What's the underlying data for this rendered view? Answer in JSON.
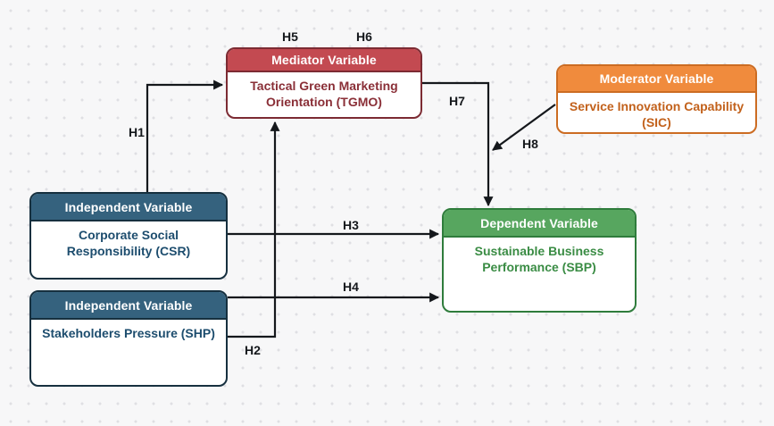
{
  "canvas": {
    "background_color": "#f7f7f8",
    "dot_color": "#dfdfe3",
    "arrow_color": "#15181c"
  },
  "boxes": {
    "mediator": {
      "label": "Mediator Variable",
      "content": "Tactical Green Marketing Orientation (TGMO)",
      "header_color": "#c34a51",
      "border_color": "#7c2b33",
      "text_color": "#8a2f37"
    },
    "moderator": {
      "label": "Moderator Variable",
      "content": "Service Innovation Capability (SIC)",
      "header_color": "#f08b3d",
      "border_color": "#cc6c22",
      "text_color": "#c2611b"
    },
    "independent_csr": {
      "label": "Independent Variable",
      "content": "Corporate Social Responsibility (CSR)",
      "header_color": "#35627e",
      "border_color": "#16303f",
      "text_color": "#1d4d6e"
    },
    "independent_shp": {
      "label": "Independent Variable",
      "content": "Stakeholders Pressure (SHP)",
      "header_color": "#35627e",
      "border_color": "#16303f",
      "text_color": "#1d4d6e"
    },
    "dependent": {
      "label": "Dependent Variable",
      "content": "Sustainable Business Performance (SBP)",
      "header_color": "#57a65f",
      "border_color": "#2f7c3c",
      "text_color": "#3a8c44"
    }
  },
  "hypothesis_labels": {
    "h1": "H1",
    "h2": "H2",
    "h3": "H3",
    "h4": "H4",
    "h5": "H5",
    "h6": "H6",
    "h7": "H7",
    "h8": "H8"
  }
}
